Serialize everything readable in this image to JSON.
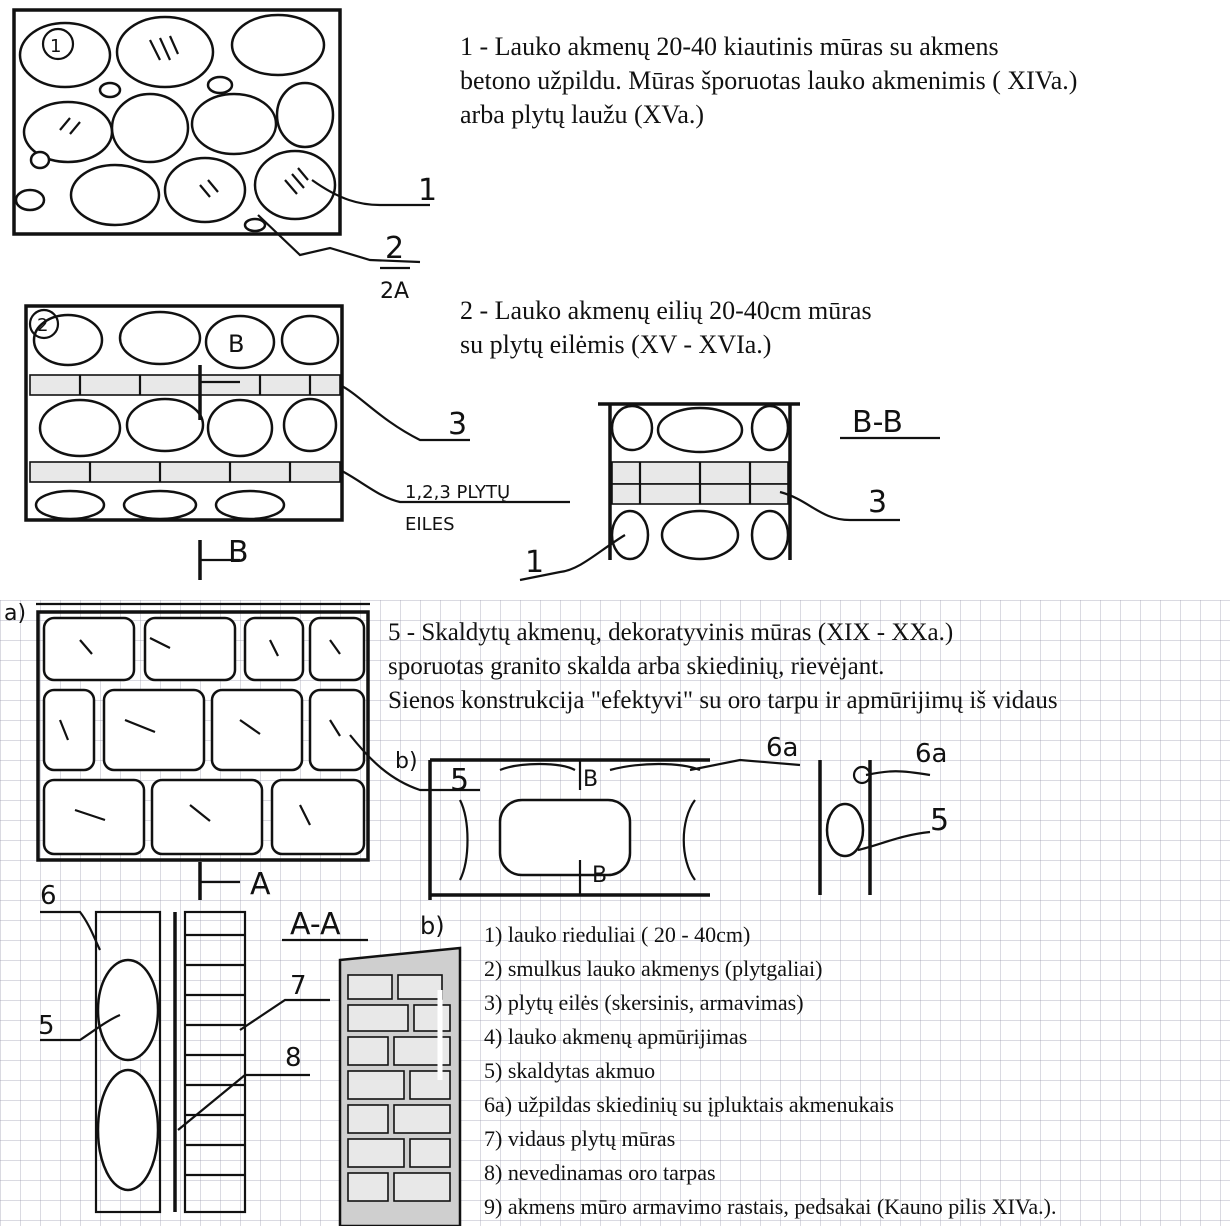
{
  "captions": {
    "fig1": [
      "1 - Lauko akmenų    20-40 kiautinis mūras su akmens",
      "betono užpildu. Mūras šporuotas lauko akmenimis ( XIVa.)",
      "arba plytų laužu (XVa.)"
    ],
    "fig2": [
      "2 - Lauko akmenų eilių    20-40cm mūras",
      "su plytų eilėmis (XV - XVIa.)"
    ],
    "fig5": [
      "5 - Skaldytų akmenų, dekoratyvinis mūras (XIX - XXa.)",
      "sporuotas granito skalda arba skiedinių, rievėjant.",
      "Sienos konstrukcija \"efektyvi\" su oro tarpu ir apmūrijimų iš vidaus"
    ]
  },
  "sketch_labels": {
    "fig1_circle": "1",
    "fig1_leader1": "1",
    "fig1_leader2": "2",
    "fig1_leader2a": "2A",
    "fig2_circle": "2",
    "fig2_bk": "B",
    "fig2_leader3": "3",
    "fig2_rows": "1,2,3 PLYTŲ",
    "fig2_rows2": "EILES",
    "fig2_section_b": "B",
    "bb_title": "B-B",
    "bb_leader3": "3",
    "bb_leader1": "1",
    "fig5_a": "a)",
    "fig5_b_small": "b)",
    "fig5_leader5": "5",
    "fig5_b_mark1": "B",
    "fig5_b_mark2": "B",
    "fig5_6a_1": "6a",
    "fig5_6a_2": "6a",
    "fig5_leader5b": "5",
    "fig5_section_a": "A",
    "aa_title": "A-A",
    "aa_leader6": "6",
    "aa_leader5": "5",
    "aa_leader7": "7",
    "aa_leader8": "8",
    "fig_b": "b)"
  },
  "legend": [
    "1) lauko rieduliai (  20 - 40cm)",
    "2) smulkus lauko akmenys (plytgaliai)",
    "3) plytų eilės (skersinis, armavimas)",
    "4) lauko akmenų apmūrijimas",
    "5) skaldytas akmuo",
    "6a) užpildas skiedinių su įpluktais akmenukais",
    "7) vidaus plytų mūras",
    "8)  nevedinamas oro tarpas",
    "9) akmens mūro armavimo rastais, pedsakai (Kauno pilis XIVa.)."
  ]
}
